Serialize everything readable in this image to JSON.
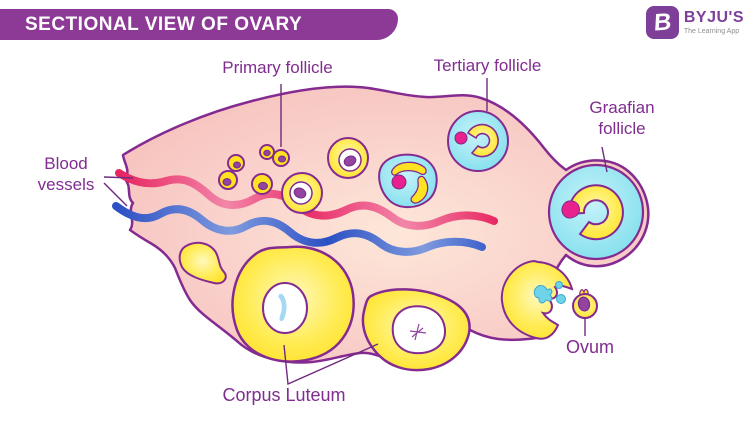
{
  "header": {
    "title": "SECTIONAL VIEW OF OVARY"
  },
  "logo": {
    "mark": "B",
    "name": "BYJU'S",
    "tagline": "The Learning App"
  },
  "diagram": {
    "labels": {
      "primary_follicle": "Primary follicle",
      "tertiary_follicle": "Tertiary follicle",
      "graafian_follicle": "Graafian follicle",
      "blood_vessels": "Blood vessels",
      "corpus_luteum": "Corpus Luteum",
      "ovum": "Ovum"
    },
    "colors": {
      "header_bg": "#8d3a96",
      "logo_purple": "#7d3f98",
      "tagline_gray": "#8f8f8f",
      "label_text": "#802d90",
      "outline": "#842a90",
      "leader_line": "#6f2a80",
      "ovary_pink": "#f9cfc9",
      "ovary_pink_light": "#fde7d9",
      "follicle_yellow": "#ffe320",
      "follicle_cyan": "#8fe3f1",
      "nucleus_purple": "#9344a0",
      "nucleus_purple_dark": "#7c2a88",
      "nucleus_magenta": "#e8218e",
      "vessel_red": "#e72560",
      "vessel_pink": "#f285a8",
      "vessel_blue": "#2b50c4",
      "vessel_blue_light": "#7f9ade",
      "splash_cyan": "#6fd4ea",
      "crescent_blue": "#a5d9f2",
      "white": "#ffffff"
    }
  }
}
